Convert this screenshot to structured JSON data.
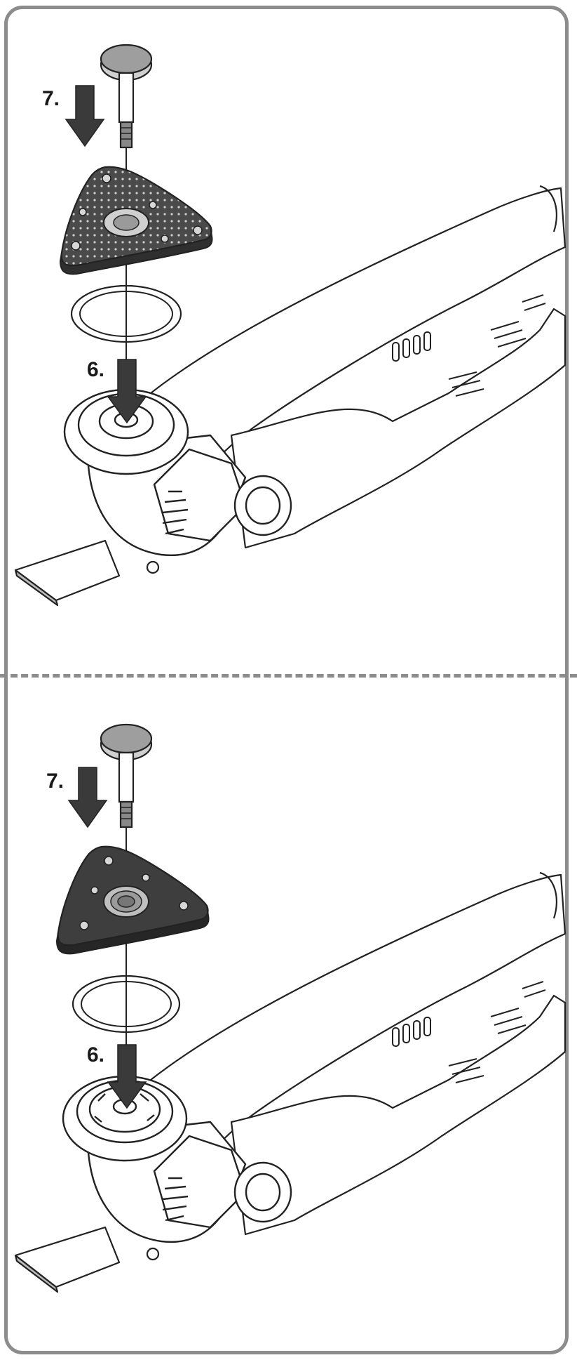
{
  "panels": [
    {
      "id": "top",
      "pad_style": "perforated",
      "labels": {
        "step_seven": "7.",
        "step_six": "6."
      }
    },
    {
      "id": "bottom",
      "pad_style": "solid",
      "labels": {
        "step_seven": "7.",
        "step_six": "6."
      }
    }
  ],
  "colors": {
    "frame": "#8c8c8c",
    "line": "#222222",
    "pad_dark": "#3a3a3a",
    "pad_light": "#d8d8d8",
    "arrow": "#3a3a3a",
    "body_fill": "#ffffff"
  }
}
